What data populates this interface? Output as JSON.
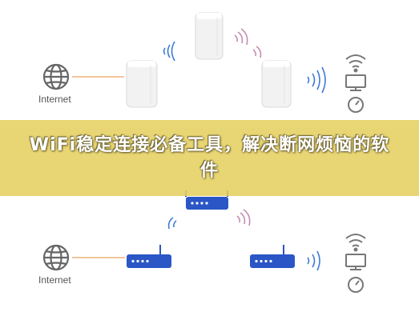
{
  "diagram": {
    "top_internet_label": "Internet",
    "bottom_internet_label": "Internet"
  },
  "banner": {
    "title": "WiFi稳定连接必备工具，解决断网烦恼的软件"
  },
  "colors": {
    "banner": "#e5cf60",
    "router_blue": "#2a56c6",
    "wire_orange": "#f0b27a",
    "signal_blue": "#3d7bd8",
    "signal_pink": "#c58bb0",
    "icon_gray": "#777777"
  },
  "icons": [
    "globe-icon",
    "mesh-node",
    "router",
    "wifi-icon",
    "monitor-icon",
    "gauge-icon"
  ]
}
